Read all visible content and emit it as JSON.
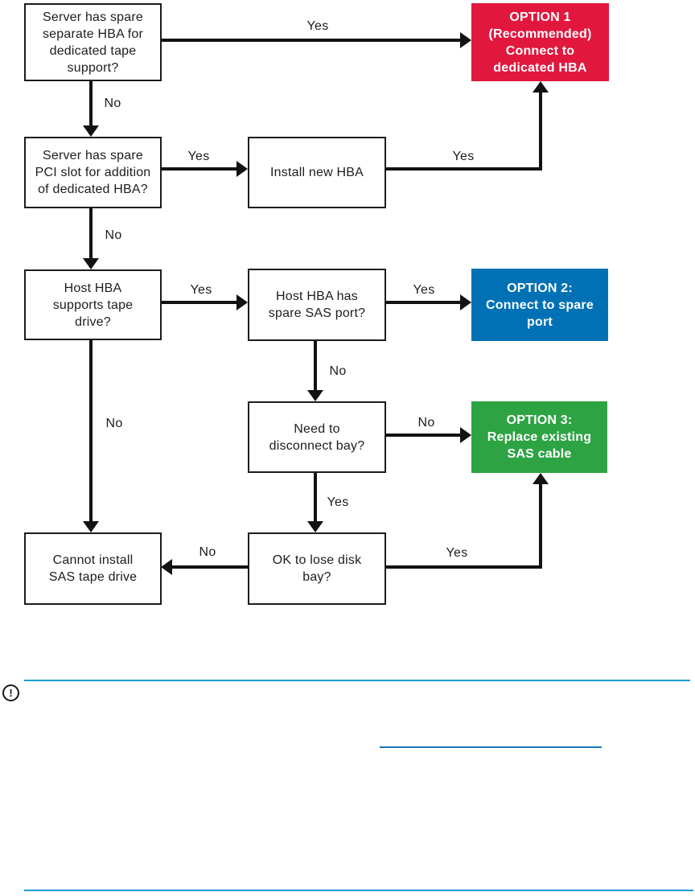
{
  "colors": {
    "option1_red": "#E2173D",
    "option2_blue": "#0071B5",
    "option3_green": "#2EA344",
    "line_black": "#121212",
    "rule_blue": "#1E9CD7",
    "link_blue": "#1B75B7"
  },
  "flowchart": {
    "nodes": [
      {
        "id": "spare-dedicated-hba",
        "type": "decision",
        "label": "Server has spare\nseparate HBA for\ndedicated tape\nsupport?"
      },
      {
        "id": "option-1",
        "type": "terminator",
        "label": "OPTION 1\n(Recommended)\nConnect to\ndedicated HBA"
      },
      {
        "id": "spare-pci-slot",
        "type": "decision",
        "label": "Server has spare\nPCI slot for addition\nof dedicated HBA?"
      },
      {
        "id": "install-new-hba",
        "type": "process",
        "label": "Install new HBA"
      },
      {
        "id": "hba-supports-tape",
        "type": "decision",
        "label": "Host HBA\nsupports tape\ndrive?"
      },
      {
        "id": "hba-spare-sas-port",
        "type": "decision",
        "label": "Host HBA has\nspare SAS port?"
      },
      {
        "id": "option-2",
        "type": "terminator",
        "label": "OPTION 2:\nConnect to spare\nport"
      },
      {
        "id": "need-disconnect-bay",
        "type": "decision",
        "label": "Need to\ndisconnect bay?"
      },
      {
        "id": "option-3",
        "type": "terminator",
        "label": "OPTION 3:\nReplace existing\nSAS cable"
      },
      {
        "id": "cannot-install",
        "type": "process",
        "label": "Cannot install\nSAS tape drive"
      },
      {
        "id": "ok-lose-disk-bay",
        "type": "decision",
        "label": "OK to lose disk\nbay?"
      }
    ],
    "edges": [
      {
        "from": "spare-dedicated-hba",
        "to": "option-1",
        "label": "Yes"
      },
      {
        "from": "spare-dedicated-hba",
        "to": "spare-pci-slot",
        "label": "No"
      },
      {
        "from": "spare-pci-slot",
        "to": "install-new-hba",
        "label": "Yes"
      },
      {
        "from": "install-new-hba",
        "to": "option-1",
        "label": "Yes"
      },
      {
        "from": "spare-pci-slot",
        "to": "hba-supports-tape",
        "label": "No"
      },
      {
        "from": "hba-supports-tape",
        "to": "hba-spare-sas-port",
        "label": "Yes"
      },
      {
        "from": "hba-spare-sas-port",
        "to": "option-2",
        "label": "Yes"
      },
      {
        "from": "hba-spare-sas-port",
        "to": "need-disconnect-bay",
        "label": "No"
      },
      {
        "from": "hba-supports-tape",
        "to": "cannot-install",
        "label": "No"
      },
      {
        "from": "need-disconnect-bay",
        "to": "option-3",
        "label": "No"
      },
      {
        "from": "need-disconnect-bay",
        "to": "ok-lose-disk-bay",
        "label": "Yes"
      },
      {
        "from": "ok-lose-disk-bay",
        "to": "cannot-install",
        "label": "No"
      },
      {
        "from": "ok-lose-disk-bay",
        "to": "option-3",
        "label": "Yes"
      }
    ]
  },
  "note": {
    "icon": "important-exclamation-circle-icon",
    "icon_glyph": "!"
  }
}
